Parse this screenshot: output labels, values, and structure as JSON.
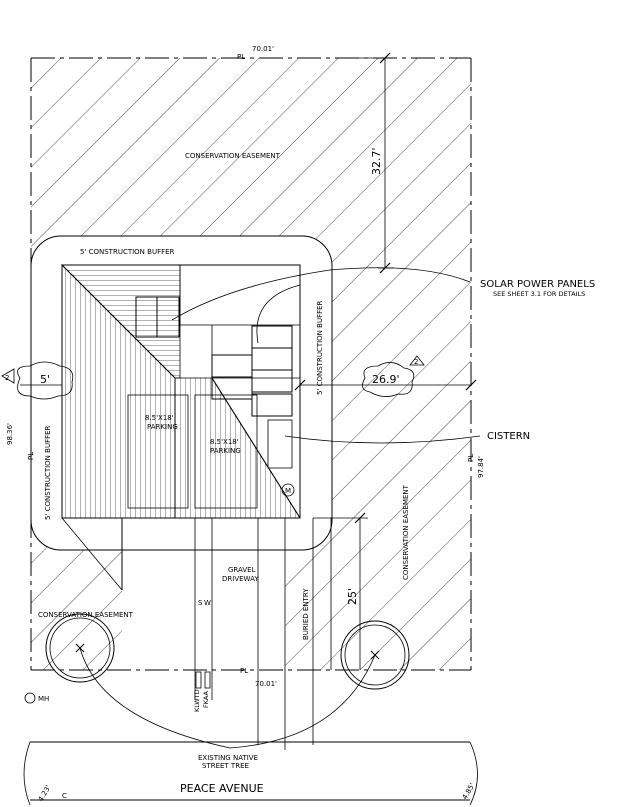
{
  "labels": {
    "top_lot_dim": "70.01'",
    "top_pl": "PL",
    "conservation_top": "CONSERVATION EASEMENT",
    "dim_32_7": "32.7'",
    "construction_buffer_top": "5' CONSTRUCTION BUFFER",
    "construction_buffer_left": "5' CONSTRUCTION BUFFER",
    "construction_buffer_right": "5' CONSTRUCTION BUFFER",
    "solar_panels": "SOLAR POWER PANELS",
    "solar_panels_note": "SEE SHEET 3.1 FOR DETAILS",
    "dim_5": "5'",
    "dim_26_9": "26.9'",
    "revision_left": "2",
    "revision_right": "2",
    "parking_1": "8.5'X18'",
    "parking_1_word": "PARKING",
    "parking_2": "8.5'X18'",
    "parking_2_word": "PARKING",
    "cistern": "CISTERN",
    "left_lot_dim": "98.36'",
    "left_pl": "PL",
    "right_lot_dim": "97.84'",
    "right_pl": "PL",
    "meter": "M",
    "conservation_right": "CONSERVATION EASEMENT",
    "gravel": "GRAVEL",
    "driveway": "DRIVEWAY",
    "sw_s": "S",
    "sw_w": "W",
    "buried_entry": "BURIED ENTRY",
    "dim_25": "25'",
    "conservation_left": "CONSERVATION EASEMENT",
    "bottom_lot_dim": "70.01'",
    "bottom_pl": "PL",
    "mh": "MH",
    "klwtd": "KLWTD",
    "fkaa": "FKAA",
    "existing_tree_1": "EXISTING NATIVE",
    "existing_tree_2": "STREET TREE",
    "street": "PEACE AVENUE",
    "corner_left": "4.23'",
    "corner_right": "4.85'",
    "cl": "C"
  }
}
